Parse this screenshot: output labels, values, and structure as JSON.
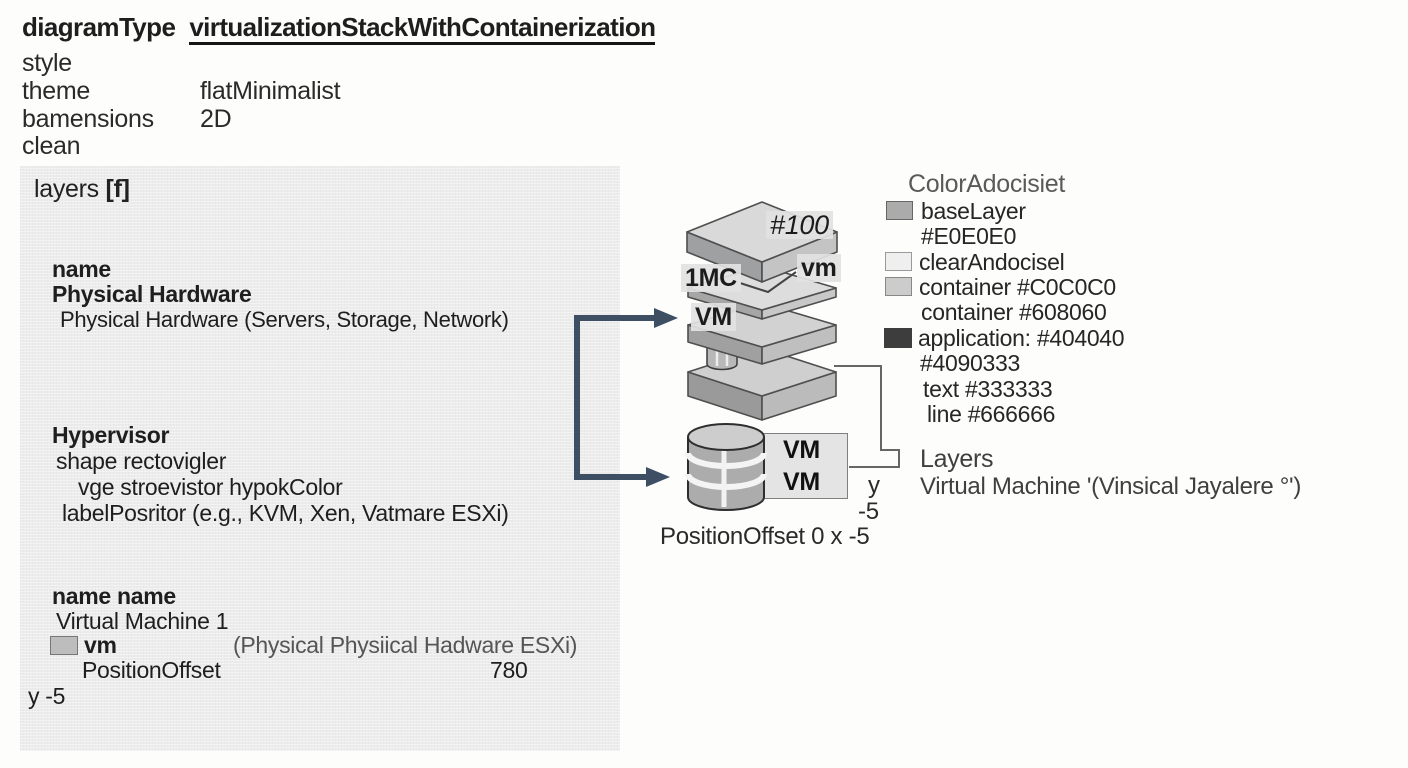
{
  "colors": {
    "accent_arrow": "#3e4f63",
    "panel_bg": "#ececec",
    "text": "#1e1e1e",
    "muted_text": "#555555",
    "line": "#666666"
  },
  "header": {
    "diagram_type_label": "diagramType",
    "diagram_type_value": "virtualizationStackWithContainerization",
    "rows": [
      {
        "key": "style",
        "value": ""
      },
      {
        "key": "theme",
        "value": "flatMinimalist"
      },
      {
        "key": "bamensions",
        "value": "2D"
      },
      {
        "key": "clean",
        "value": ""
      }
    ]
  },
  "layers_panel": {
    "title": "layers",
    "title_badge": "[f]",
    "hardware": {
      "label": "name",
      "name": "Physical Hardware",
      "desc": "Physical Hardware (Servers, Storage, Network)"
    },
    "hypervisor": {
      "name": "Hypervisor",
      "line1": "shape rectovigler",
      "line2": "vge stroevistor hypokColor",
      "line3": "labelPosritor (e.g., KVM, Xen, Vatmare ESXi)"
    },
    "vm": {
      "label": "name name",
      "name": "Virtual Machine 1",
      "swatch_label": "vm",
      "note": "(Physical Physiical Hadware ESXi)",
      "offset_label": "PositionOffset",
      "offset_value": "780",
      "y_offset": "y -5"
    }
  },
  "stack": {
    "top_label": "#100",
    "mid_left_label": "1MC",
    "mid_right_label": "vm",
    "vm_label": "VM"
  },
  "vm_box": {
    "line1": "VM",
    "line2": "VM",
    "y_label": "y",
    "y_value": "-5",
    "offset_text": "PositionOffset  0  x  -5"
  },
  "legend": {
    "title": "ColorAdocisiet",
    "items": [
      {
        "label": "baseLayer",
        "swatch": "#ABABAB"
      },
      {
        "label": "#E0E0E0",
        "swatch": ""
      },
      {
        "label": "clearAndocisel",
        "swatch": "#EFEFEF"
      },
      {
        "label": "container #C0C0C0",
        "swatch": "#CCCCCC"
      },
      {
        "label": "container #608060",
        "swatch": ""
      },
      {
        "label": "application: #404040",
        "swatch": "#3D3D3D"
      },
      {
        "label": "#4090333",
        "swatch": ""
      },
      {
        "label": "text #333333",
        "swatch": ""
      },
      {
        "label": "line #666666",
        "swatch": ""
      }
    ]
  },
  "footer_labels": {
    "layers": "Layers",
    "virtual_machine": "Virtual Machine '(Vinsical Jayalere °')"
  }
}
